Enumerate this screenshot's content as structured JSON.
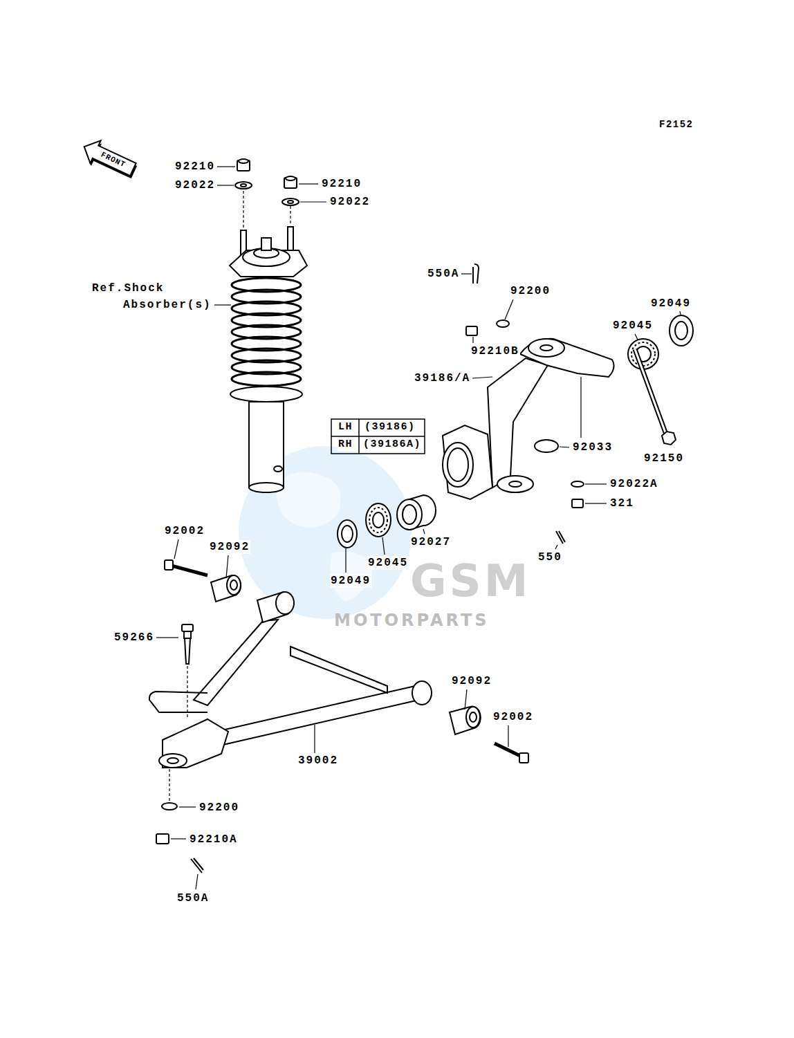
{
  "diagram": {
    "nodes": [
      {
        "text": [
          "FRONT"
        ]
      }
    ],
    "labels": [
      "F2152",
      "92210",
      "92022",
      "92210",
      "92022",
      "Ref.Shock Absorber(s)",
      "550A",
      "92200",
      "92049",
      "92045",
      "92210B",
      "39186/A",
      "LH",
      "(39186)",
      "RH",
      "(39186A)",
      "92033",
      "92150",
      "92022A",
      "321",
      "92002",
      "92092",
      "92027",
      "550",
      "92045",
      "92049",
      "59266",
      "92092",
      "92002",
      "39002",
      "92200",
      "92210A",
      "550A",
      "GSM",
      "MOTORPARTS"
    ]
  }
}
